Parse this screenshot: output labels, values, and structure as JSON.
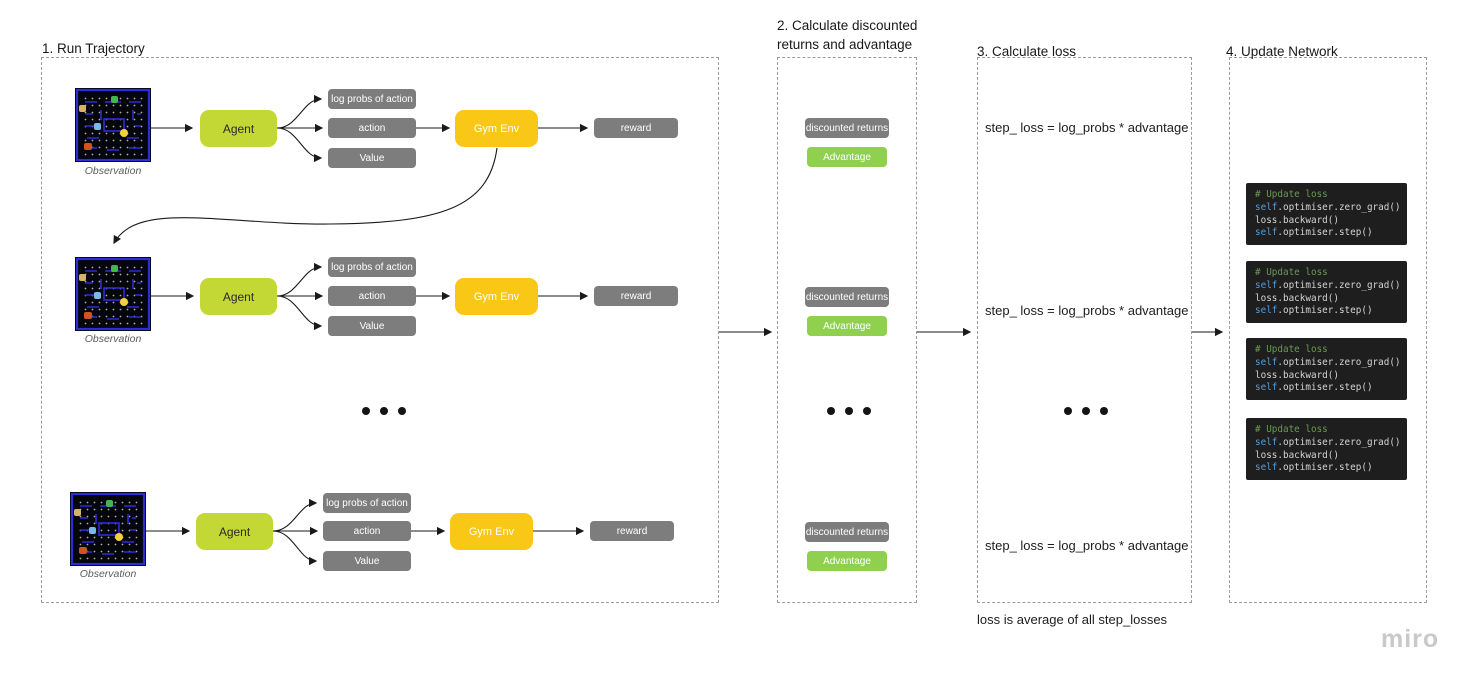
{
  "trajectory": {
    "title": "1. Run Trajectory",
    "observation_label": "Observation",
    "agent": "Agent",
    "outputs": {
      "log_probs": "log probs of action",
      "action": "action",
      "value": "Value"
    },
    "gym_env": "Gym Env",
    "reward": "reward"
  },
  "returns": {
    "title": "2. Calculate discounted\nreturns and advantage",
    "discounted_returns": "discounted returns",
    "advantage": "Advantage"
  },
  "loss": {
    "title": "3. Calculate loss",
    "formula": "step_ loss = log_probs * advantage",
    "footnote": "loss is average of all step_losses"
  },
  "update": {
    "title": "4. Update Network",
    "code": {
      "comment": "# Update loss",
      "self_kw": "self",
      "zero_grad": ".optimiser.zero_grad()",
      "backward": "loss.backward()",
      "step": ".optimiser.step()"
    }
  },
  "watermark": "miro",
  "colors": {
    "agent": "#c3d834",
    "gym": "#f9c716",
    "advantage": "#8fd14f",
    "gray": "#7d7d7d",
    "arrow": "#1a1a1a",
    "dashed_border": "#9b9b9b",
    "code_bg": "#1e1e1e",
    "code_comment": "#6a9955",
    "code_keyword": "#569cd6",
    "code_text": "#d4d4d4"
  }
}
